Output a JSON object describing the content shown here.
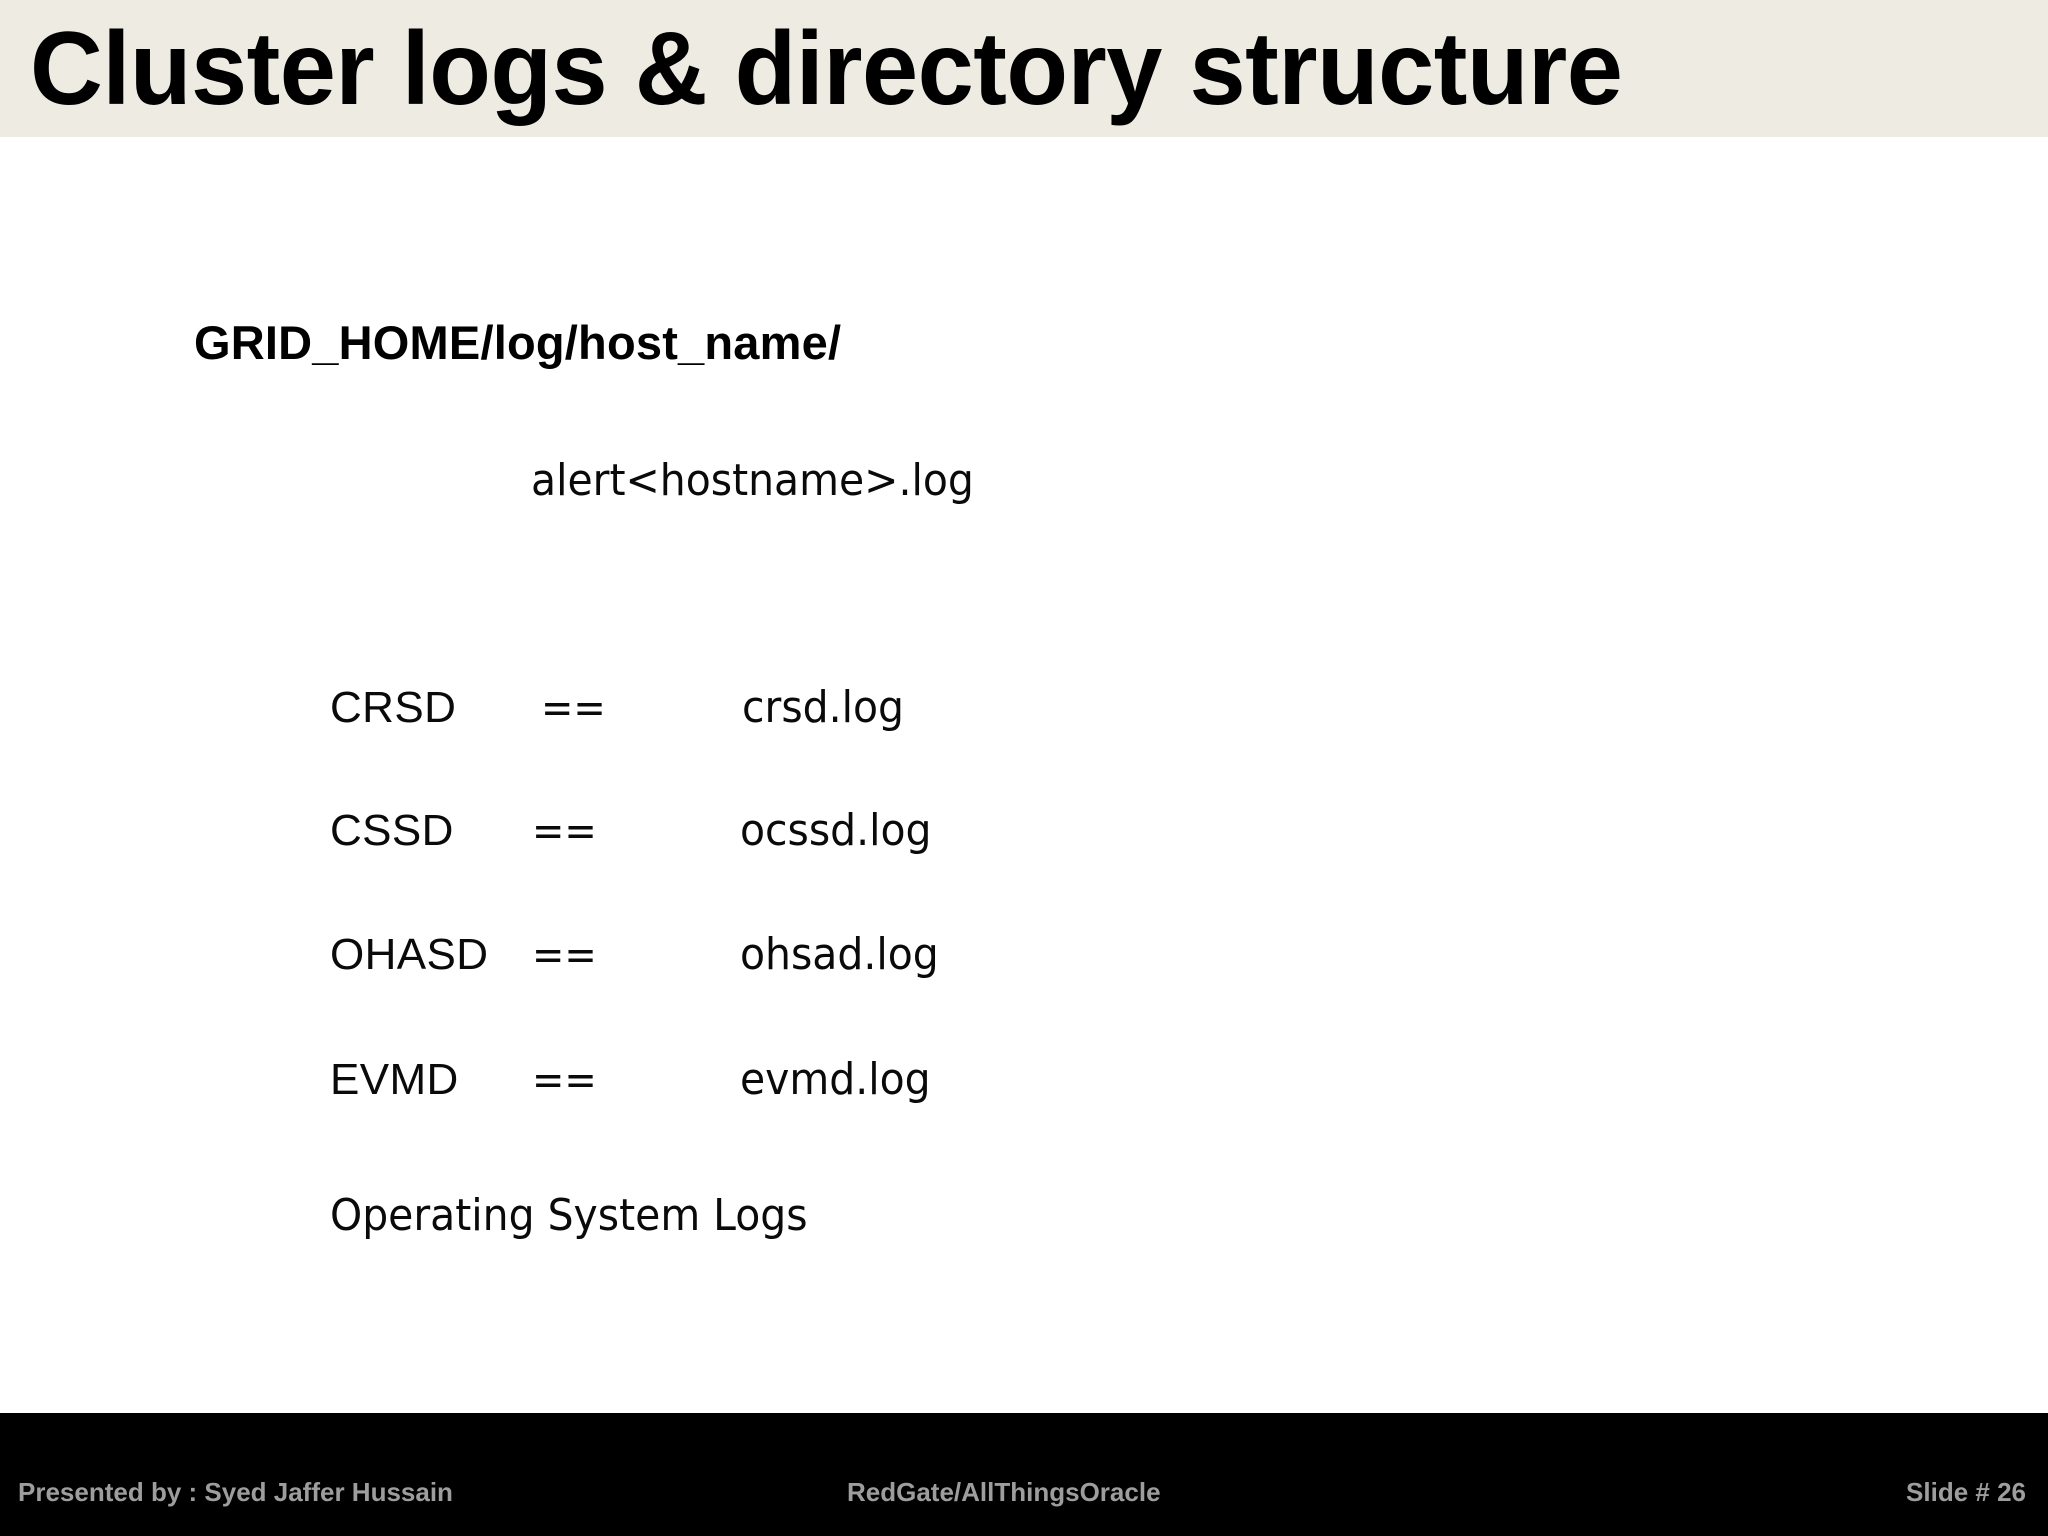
{
  "slide": {
    "title": "Cluster logs & directory structure",
    "theme": {
      "title_band_bg": "#EDEBE2",
      "body_bg": "#FFFFFF",
      "footer_bg": "#000000",
      "footer_text_color": "#9D9D9D",
      "body_text_color": "#0A0A0A"
    }
  },
  "body": {
    "path_heading": "GRID_HOME/log/host_name/",
    "alert_log": "alert<hostname>.log",
    "rows": [
      {
        "daemon": "CRSD",
        "operator": "==",
        "logfile": "crsd.log"
      },
      {
        "daemon": "CSSD",
        "operator": "==",
        "logfile": "ocssd.log"
      },
      {
        "daemon": "OHASD",
        "operator": "==",
        "logfile": "ohsad.log"
      },
      {
        "daemon": "EVMD",
        "operator": "==",
        "logfile": "evmd.log"
      }
    ],
    "os_logs": "Operating System Logs"
  },
  "footer": {
    "presenter": "Presented by : Syed Jaffer Hussain",
    "organization": "RedGate/AllThingsOracle",
    "slide_number": "Slide # 26"
  }
}
